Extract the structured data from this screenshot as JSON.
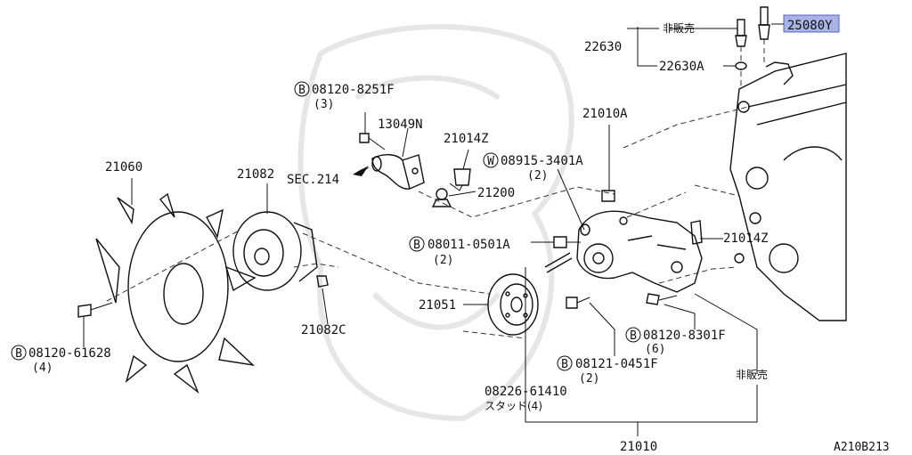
{
  "labels": {
    "p25080y": "25080Y",
    "hanbai_top": "非販売",
    "p22630": "22630",
    "p22630a": "22630A",
    "b_08120_8251f": "08120-8251F",
    "b_08120_8251f_qty": "(3)",
    "p13049n": "13049N",
    "p21014z_top": "21014Z",
    "w_08915_3401a": "08915-3401A",
    "w_08915_3401a_qty": "(2)",
    "p21010a": "21010A",
    "sec214": "SEC.214",
    "p21200": "21200",
    "p21060": "21060",
    "p21082": "21082",
    "b_08011_0501a": "08011-0501A",
    "b_08011_0501a_qty": "(2)",
    "p21014z_right": "21014Z",
    "p21051": "21051",
    "p21082c": "21082C",
    "b_08120_61628": "08120-61628",
    "b_08120_61628_qty": "(4)",
    "b_08120_8301f": "08120-8301F",
    "b_08120_8301f_qty": "(6)",
    "b_08121_0451f": "08121-0451F",
    "b_08121_0451f_qty": "(2)",
    "hanbai_right": "非販売",
    "p08226_61410": "08226-61410",
    "stud_qty": "スタッド(4)",
    "p21010": "21010",
    "figure_code": "A210B213",
    "badge_b": "B",
    "badge_w": "W"
  },
  "colors": {
    "highlight": "#a9b4e6",
    "ink": "#111111",
    "watermark": "#e6e6e6"
  }
}
